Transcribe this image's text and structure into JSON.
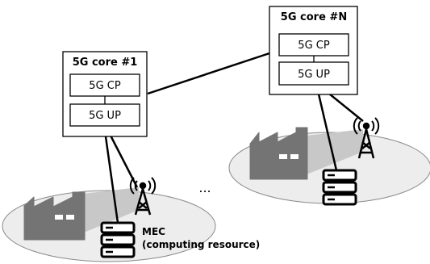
{
  "core1": {
    "title": "5G core #1",
    "cp_label": "5G CP",
    "up_label": "5G UP"
  },
  "coreN": {
    "title": "5G core #N",
    "cp_label": "5G CP",
    "up_label": "5G UP"
  },
  "ellipsis": "...",
  "mec": {
    "line1": "MEC",
    "line2": "(computing resource)"
  },
  "icons": [
    "factory-icon",
    "cell-tower-icon",
    "server-stack-icon"
  ],
  "colors": {
    "ellipse_fill": "#ededed",
    "factory": "#747474",
    "beam": "#c8c8c8",
    "line": "#000000"
  }
}
